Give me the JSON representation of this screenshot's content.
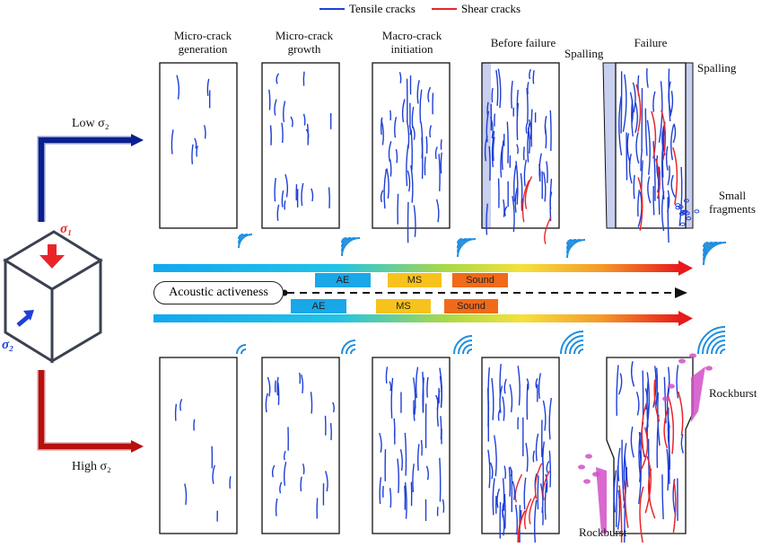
{
  "legend": {
    "tensile": "Tensile cracks",
    "shear": "Shear cracks",
    "tensile_color": "#1f3fd6",
    "shear_color": "#e8262a"
  },
  "stages": [
    "Micro-crack\ngeneration",
    "Micro-crack\ngrowth",
    "Macro-crack\ninitiation",
    "Before failure",
    "Failure"
  ],
  "paths": {
    "low": "Low σ₂",
    "high": "High σ₂",
    "low_color": "#0a1f8f",
    "high_color": "#b80f0f"
  },
  "cube": {
    "sigma1": "σ₁",
    "sigma2": "σ₂"
  },
  "annotations": {
    "spalling_1": "Spalling",
    "spalling_2": "Spalling",
    "small_fragments": "Small\nfragments",
    "rockburst_1": "Rockburst",
    "rockburst_2": "Rockburst"
  },
  "acoustic": {
    "label": "Acoustic activeness",
    "top_tags": [
      "AE",
      "MS",
      "Sound"
    ],
    "bottom_tags": [
      "AE",
      "MS",
      "Sound"
    ],
    "tag_colors": [
      "#19a7e8",
      "#f7c21c",
      "#f06a1a"
    ]
  }
}
